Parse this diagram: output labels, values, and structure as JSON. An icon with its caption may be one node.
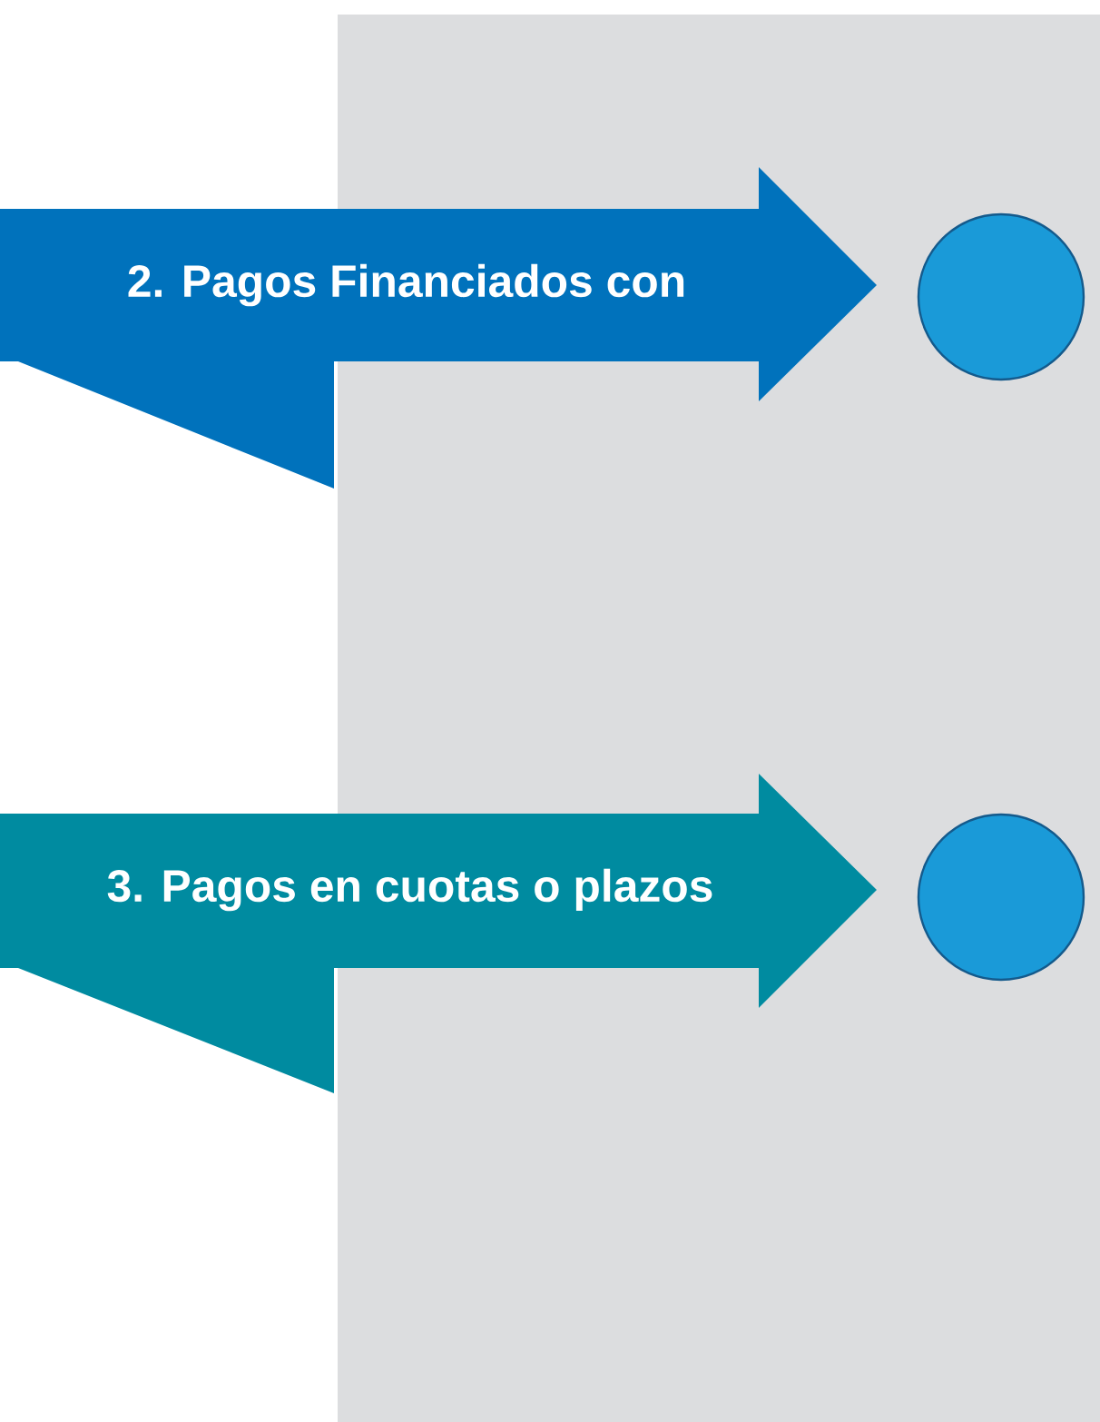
{
  "diagram": {
    "nodes": [
      {
        "text": [],
        "shape": "box"
      },
      {
        "text": [
          "2. Pagos Financiados con"
        ]
      },
      {
        "text": [],
        "shape": "circle",
        "in": 0
      },
      {
        "text": [
          "3. Pagos en cuotas o plazos"
        ]
      },
      {
        "text": [],
        "shape": "circle",
        "in": 0
      }
    ]
  }
}
